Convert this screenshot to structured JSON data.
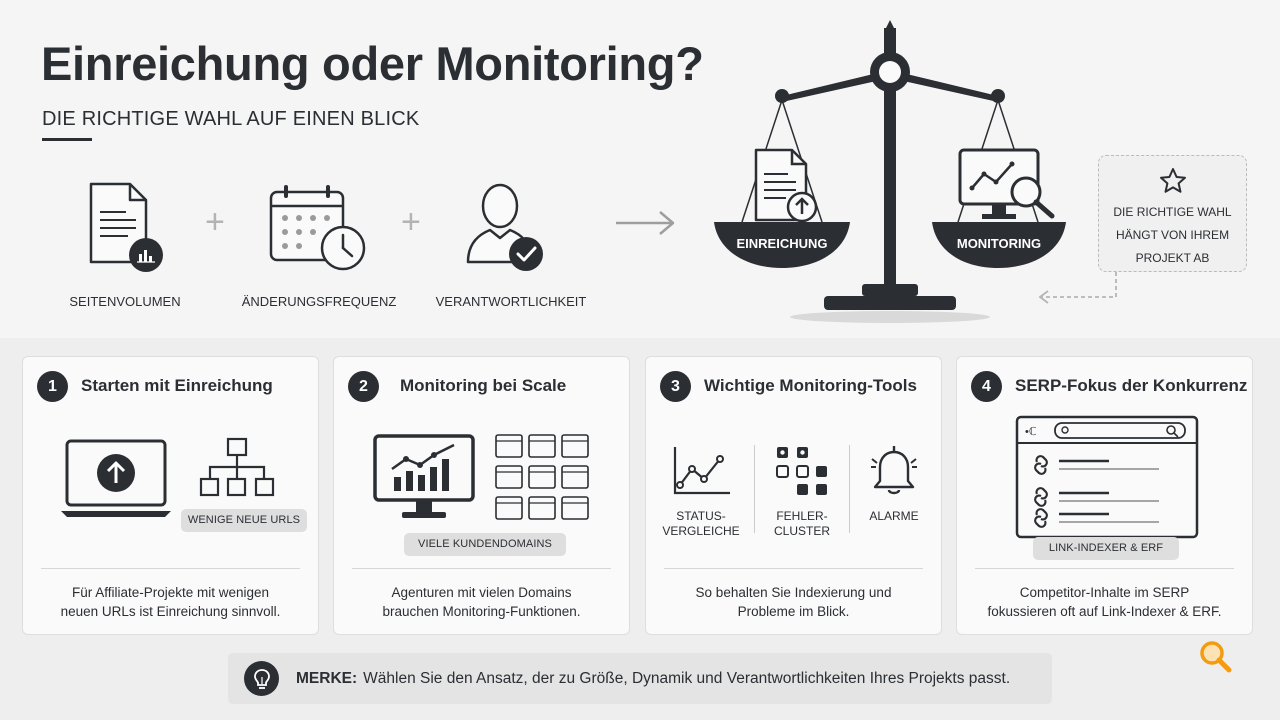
{
  "header": {
    "title": "Einreichung oder Monitoring?",
    "subtitle": "DIE RICHTIGE WAHL AUF EINEN BLICK"
  },
  "factors": [
    {
      "label": "SEITENVOLUMEN",
      "icon": "document-chart-icon"
    },
    {
      "label": "ÄNDERUNGSFREQUENZ",
      "icon": "calendar-clock-icon"
    },
    {
      "label": "VERANTWORTLICHKEIT",
      "icon": "user-check-icon"
    }
  ],
  "operators": {
    "plus": "+"
  },
  "scale": {
    "left_pan": "EINREICHUNG",
    "right_pan": "MONITORING",
    "hint_lines": [
      "DIE RICHTIGE WAHL",
      "HÄNGT VON IHREM",
      "PROJEKT AB"
    ]
  },
  "cards": [
    {
      "number": "1",
      "title": "Starten mit Einreichung",
      "pill": "WENIGE NEUE URLS",
      "desc_lines": [
        "Für Affiliate-Projekte mit wenigen",
        "neuen URLs ist Einreichung sinnvoll."
      ]
    },
    {
      "number": "2",
      "title": "Monitoring bei Scale",
      "pill": "VIELE KUNDENDOMAINS",
      "desc_lines": [
        "Agenturen mit vielen Domains",
        "brauchen Monitoring-Funktionen."
      ]
    },
    {
      "number": "3",
      "title": "Wichtige Monitoring-Tools",
      "tools": [
        {
          "lines": [
            "STATUS-",
            "VERGLEICHE"
          ]
        },
        {
          "lines": [
            "FEHLER-",
            "CLUSTER"
          ]
        },
        {
          "lines": [
            "ALARME"
          ]
        }
      ],
      "desc_lines": [
        "So behalten Sie Indexierung und",
        "Probleme im Blick."
      ]
    },
    {
      "number": "4",
      "title": "SERP-Fokus der Konkurrenz",
      "pill": "LINK-INDEXER & ERF",
      "desc_lines": [
        "Competitor-Inhalte im SERP",
        "fokussieren oft auf Link-Indexer & ERF."
      ]
    }
  ],
  "memo": {
    "key": "MERKE:",
    "text": "Wählen Sie den Ansatz, der zu Größe, Dynamik und Verantwortlichkeiten Ihres Projekts passt."
  },
  "colors": {
    "ink": "#2b2e33",
    "accent": "#f39c12",
    "background": "#f5f5f5"
  }
}
